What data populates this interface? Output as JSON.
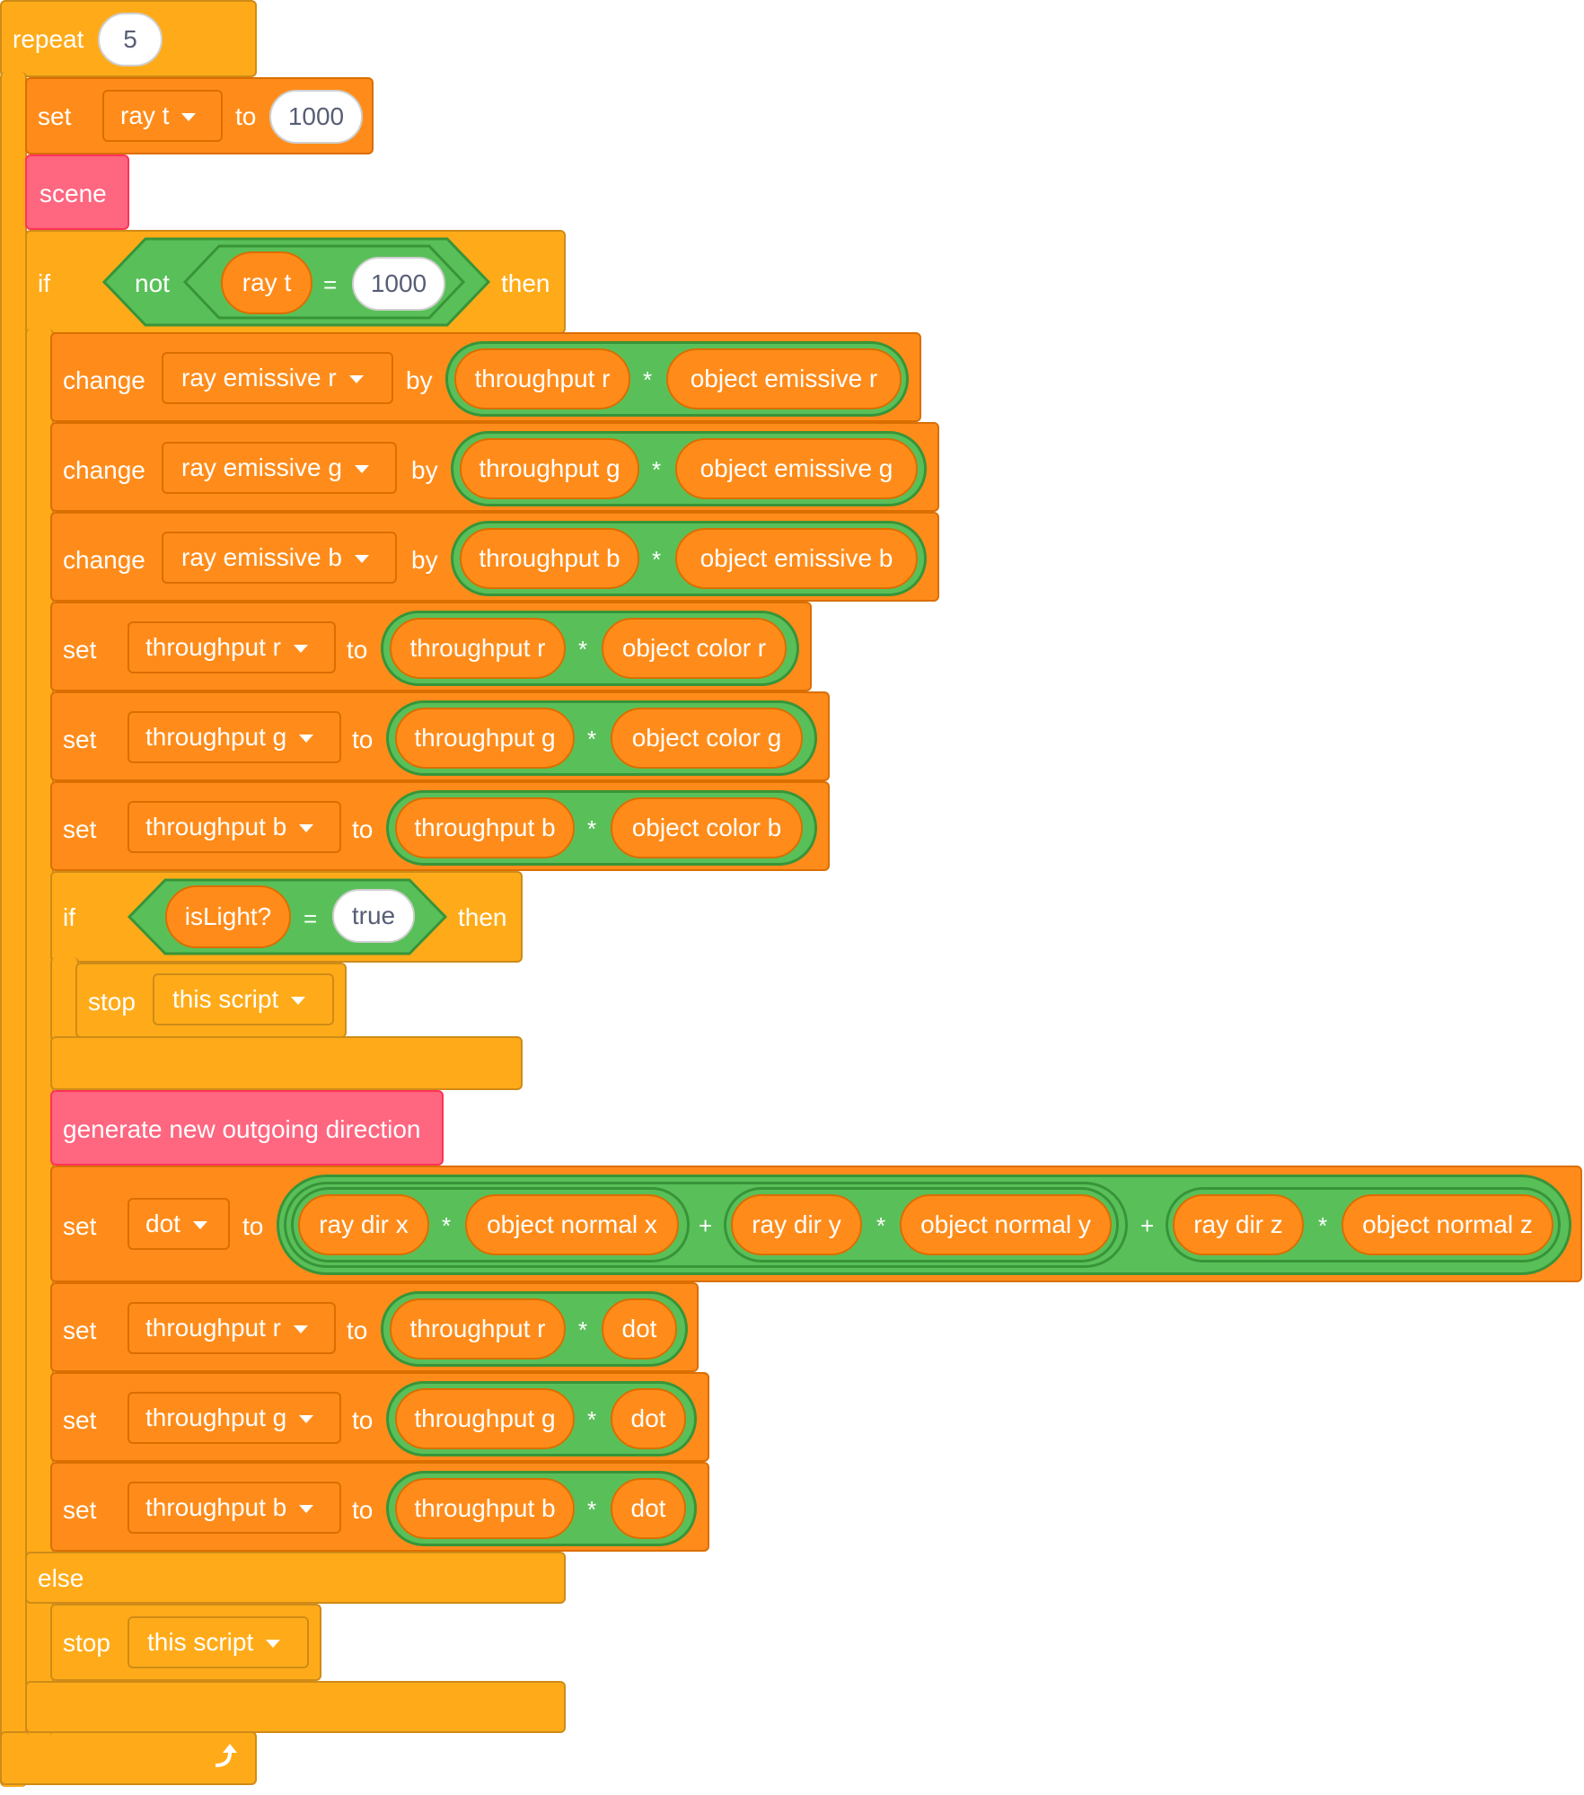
{
  "repeat": {
    "label": "repeat",
    "count": "5"
  },
  "set_ray_t": {
    "label": "set",
    "var": "ray t",
    "to": "to",
    "value": "1000"
  },
  "scene": {
    "label": "scene"
  },
  "if_outer": {
    "label": "if",
    "not_label": "not",
    "var": "ray t",
    "op": "=",
    "value": "1000",
    "then": "then",
    "else": "else"
  },
  "change_rows": [
    {
      "label": "change",
      "var": "ray emissive r",
      "by": "by",
      "left": "throughput r",
      "op": "*",
      "right": "object emissive r"
    },
    {
      "label": "change",
      "var": "ray emissive g",
      "by": "by",
      "left": "throughput g",
      "op": "*",
      "right": "object emissive g"
    },
    {
      "label": "change",
      "var": "ray emissive b",
      "by": "by",
      "left": "throughput b",
      "op": "*",
      "right": "object emissive b"
    }
  ],
  "set_color_rows": [
    {
      "label": "set",
      "var": "throughput r",
      "to": "to",
      "left": "throughput r",
      "op": "*",
      "right": "object color r"
    },
    {
      "label": "set",
      "var": "throughput g",
      "to": "to",
      "left": "throughput g",
      "op": "*",
      "right": "object color g"
    },
    {
      "label": "set",
      "var": "throughput b",
      "to": "to",
      "left": "throughput b",
      "op": "*",
      "right": "object color b"
    }
  ],
  "if_inner": {
    "label": "if",
    "var": "isLight?",
    "op": "=",
    "value": "true",
    "then": "then"
  },
  "stop_inner": {
    "label": "stop",
    "option": "this script"
  },
  "generate": {
    "label": "generate new outgoing direction"
  },
  "set_dot": {
    "label": "set",
    "var": "dot",
    "to": "to",
    "terms": [
      {
        "a": "ray dir x",
        "op": "*",
        "b": "object normal x"
      },
      {
        "a": "ray dir y",
        "op": "*",
        "b": "object normal y"
      },
      {
        "a": "ray dir z",
        "op": "*",
        "b": "object normal z"
      }
    ],
    "plus": "+"
  },
  "set_dot_rows": [
    {
      "label": "set",
      "var": "throughput r",
      "to": "to",
      "left": "throughput r",
      "op": "*",
      "right": "dot"
    },
    {
      "label": "set",
      "var": "throughput g",
      "to": "to",
      "left": "throughput g",
      "op": "*",
      "right": "dot"
    },
    {
      "label": "set",
      "var": "throughput b",
      "to": "to",
      "left": "throughput b",
      "op": "*",
      "right": "dot"
    }
  ],
  "stop_else": {
    "label": "stop",
    "option": "this script"
  },
  "repeat_end": {
    "icon": "loop-arrow-icon"
  }
}
